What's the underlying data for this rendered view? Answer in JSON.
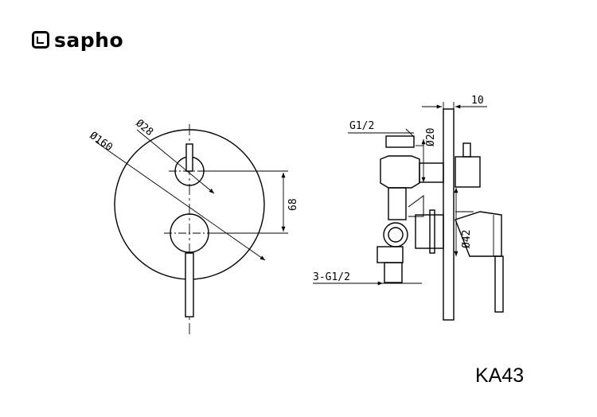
{
  "brand": {
    "name": "sapho",
    "icon": "sapho-logo-mark"
  },
  "product_code": "KA43",
  "dimensions": {
    "plate_diameter": "Ø160",
    "handle_diameter": "Ø28",
    "handle_spacing": "68",
    "connection": "G1/2",
    "pipe_diameter": "Ø20",
    "plate_thickness": "10",
    "outlets": "3-G1/2",
    "lever_diameter": "Ø42"
  }
}
